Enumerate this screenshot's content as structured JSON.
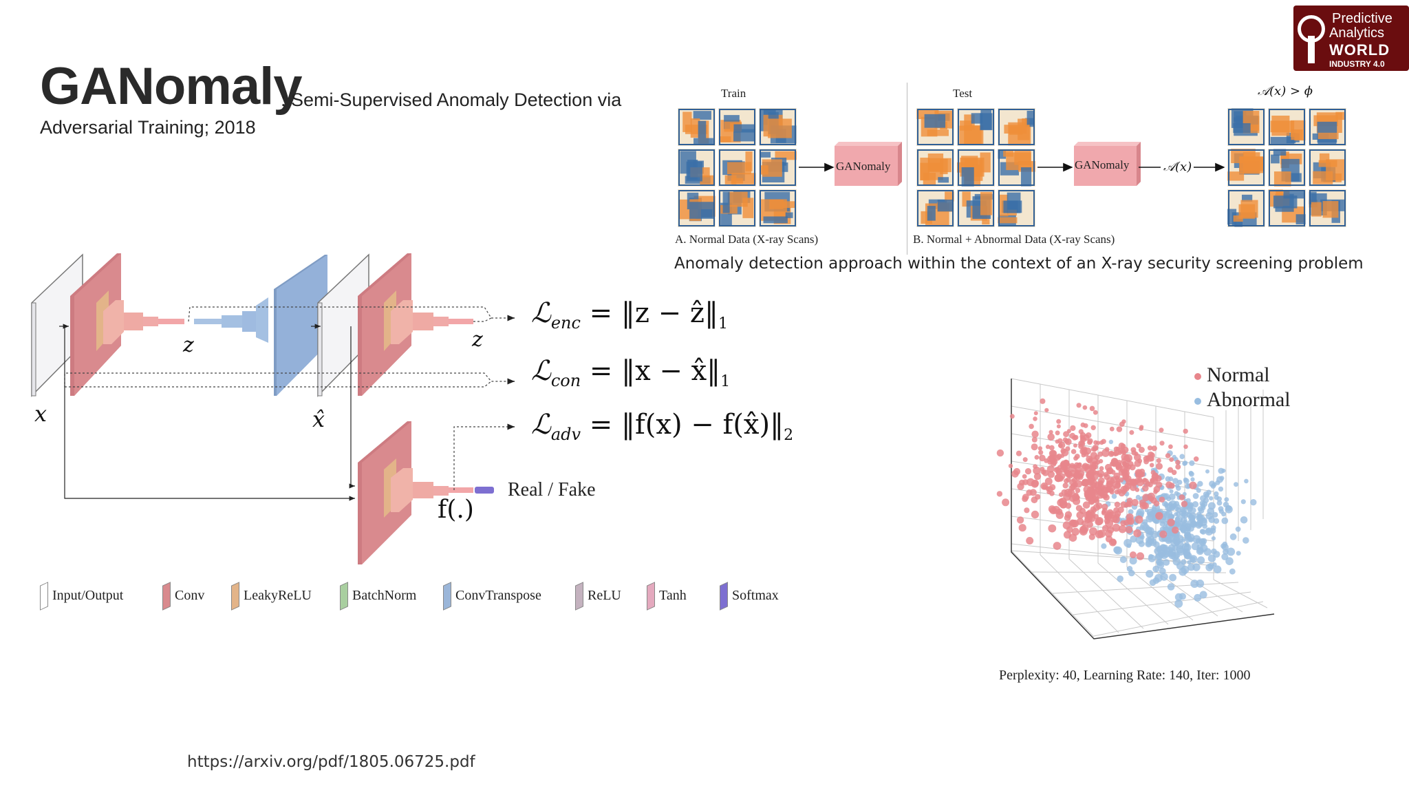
{
  "header": {
    "title": "GANomaly",
    "subtitle_line1": ": Semi-Supervised Anomaly Detection via",
    "subtitle_line2": "Adversarial Training; 2018"
  },
  "logo": {
    "line1": "Predictive",
    "line2": "Analytics",
    "line3": "WORLD",
    "line4": "INDUSTRY 4.0"
  },
  "xray_figure": {
    "train_label": "Train",
    "test_label": "Test",
    "threshold_label": "𝒜(x) > ϕ",
    "model_label_a": "GANomaly",
    "model_label_b": "GANomaly",
    "score_label": "𝒜(x)",
    "caption_a": "A. Normal Data (X-ray Scans)",
    "caption_b": "B. Normal + Abnormal Data (X-ray Scans)",
    "caption": "Anomaly detection approach within the context of an X-ray security screening problem"
  },
  "architecture": {
    "x_label": "x",
    "xhat_label": "x̂",
    "z_label": "z",
    "zhat_label": "z",
    "f_label": "f(.)",
    "real_fake": "Real / Fake",
    "loss_enc_lhs": "ℒ",
    "loss_enc_sub": "enc",
    "loss_enc_rhs": "= ‖z − ẑ‖",
    "loss_enc_norm": "1",
    "loss_con_lhs": "ℒ",
    "loss_con_sub": "con",
    "loss_con_rhs": "= ‖x − x̂‖",
    "loss_con_norm": "1",
    "loss_adv_lhs": "ℒ",
    "loss_adv_sub": "adv",
    "loss_adv_rhs": "= ‖f(x) − f(x̂)‖",
    "loss_adv_norm": "2"
  },
  "legend": {
    "items": [
      {
        "label": "Input/Output",
        "color": "#ffffff"
      },
      {
        "label": "Conv",
        "color": "#d98a8e"
      },
      {
        "label": "LeakyReLU",
        "color": "#e3b489"
      },
      {
        "label": "BatchNorm",
        "color": "#a9cfa0"
      },
      {
        "label": "ConvTranspose",
        "color": "#9bb6d9"
      },
      {
        "label": "ReLU",
        "color": "#c4b2bf"
      },
      {
        "label": "Tanh",
        "color": "#e4a9be"
      },
      {
        "label": "Softmax",
        "color": "#7d6fd1"
      }
    ]
  },
  "scatter": {
    "legend_normal": "Normal",
    "legend_abnormal": "Abnormal",
    "color_normal": "#e8868c",
    "color_abnormal": "#98bde0",
    "caption": "Perplexity: 40, Learning Rate: 140, Iter: 1000"
  },
  "footer": {
    "url": "https://arxiv.org/pdf/1805.06725.pdf"
  }
}
